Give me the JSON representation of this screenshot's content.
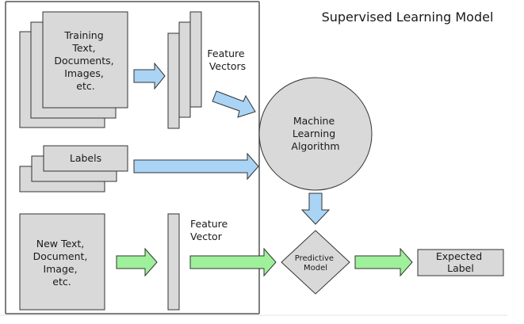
{
  "title": "Supervised Learning Model",
  "training": {
    "lines": [
      "Training",
      "Text,",
      "Documents,",
      "Images,",
      "etc."
    ]
  },
  "feature_vectors": {
    "lines": [
      "Feature",
      "Vectors"
    ]
  },
  "labels": {
    "text": "Labels"
  },
  "algorithm": {
    "lines": [
      "Machine",
      "Learning",
      "Algorithm"
    ]
  },
  "new_input": {
    "lines": [
      "New Text,",
      "Document,",
      "Image,",
      "etc."
    ]
  },
  "feature_vector": {
    "lines": [
      "Feature",
      "Vector"
    ]
  },
  "predictive_model": {
    "lines": [
      "Predictive",
      "Model"
    ]
  },
  "expected_label": {
    "lines": [
      "Expected",
      "Label"
    ]
  },
  "colors": {
    "blue_arrow": "#a9d4f5",
    "green_arrow": "#9ef09a",
    "box_fill": "#d9d9d9"
  }
}
